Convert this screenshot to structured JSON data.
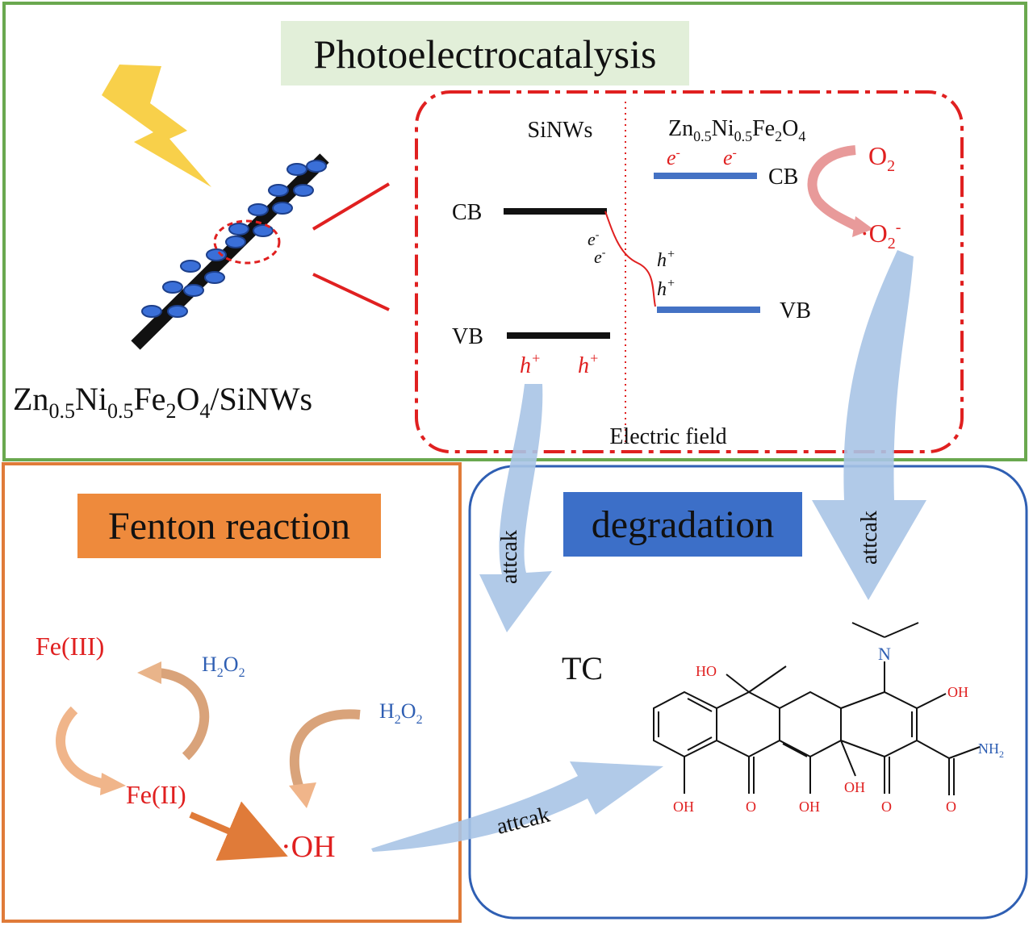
{
  "photo": {
    "title": "Photoelectrocatalysis",
    "material_label": {
      "base": "Zn",
      "s1": "0.5",
      "b2": "Ni",
      "s2": "0.5",
      "b3": "Fe",
      "s3": "2",
      "b4": "O",
      "s4": "4",
      "tail": "/SiNWs"
    }
  },
  "band": {
    "left_header": "SiNWs",
    "right_header": {
      "b1": "Zn",
      "s1": "0.5",
      "b2": "Ni",
      "s2": "0.5",
      "b3": "Fe",
      "s3": "2",
      "b4": "O",
      "s4": "4"
    },
    "cb": "CB",
    "vb": "VB",
    "e_minus": "e",
    "minus": "-",
    "h": "h",
    "plus": "+",
    "o2": "O",
    "o2_sub": "2",
    "superoxide": "·O",
    "electric_field": "Electric field"
  },
  "fenton": {
    "title": "Fenton reaction",
    "fe3": "Fe(III)",
    "fe2": "Fe(II)",
    "h2o2_a": "H",
    "h2o2_b": "O",
    "two": "2",
    "oh": "·OH"
  },
  "degradation": {
    "title": "degradation",
    "tc": "TC",
    "attack": "attcak"
  },
  "molecule": {
    "ho": "HO",
    "oh": "OH",
    "o": "O",
    "n": "N",
    "nh2": "NH",
    "nh2_sub": "2"
  },
  "colors": {
    "green_border": "#6aa84f",
    "orange_border": "#e07b39",
    "blue_border": "#2f5fb3",
    "red": "#e02020",
    "blue_band": "#4472c4",
    "light_blue_arrow": "#a9c4e6",
    "fenton_arrow": "#f0b58a",
    "title_green_bg": "#e2efd9",
    "title_orange_bg": "#ee8a3c",
    "title_blue_bg": "#3c6fc8"
  }
}
